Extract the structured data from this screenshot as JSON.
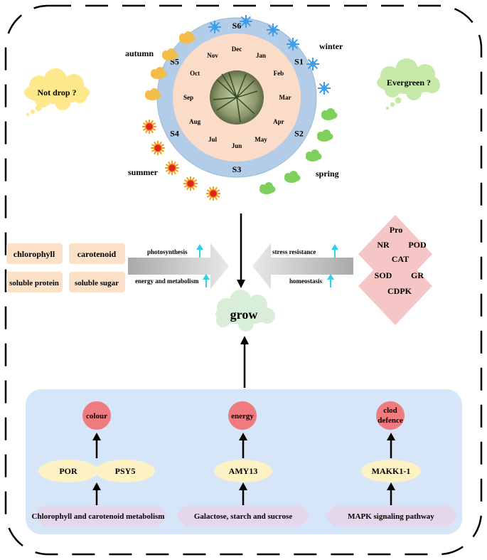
{
  "wheel": {
    "outer_labels": [
      "S6",
      "S1",
      "S2",
      "S3",
      "S4",
      "S5"
    ],
    "months": [
      "Dec",
      "Jan",
      "Feb",
      "Mar",
      "Apr",
      "May",
      "Jun",
      "Jul",
      "Aug",
      "Sep",
      "Oct",
      "Nov"
    ]
  },
  "seasons": {
    "autumn": "autumn",
    "winter": "winter",
    "spring": "spring",
    "summer": "summer"
  },
  "thoughts": {
    "left": "Not drop ?",
    "right": "Evergreen ?"
  },
  "traits": [
    "chlorophyll",
    "carotenoid",
    "soluble protein",
    "soluble sugar"
  ],
  "left_arrow": {
    "label1": "photosynthesis",
    "label2": "energy and metabolism"
  },
  "right_arrow": {
    "label1": "stress resistance",
    "label2": "homeostasis"
  },
  "enzymes": [
    "Pro",
    "NR",
    "POD",
    "CAT",
    "SOD",
    "GR",
    "CDPK"
  ],
  "center": "grow",
  "pathways": [
    {
      "outcome": "colour",
      "outcome_lines": [
        "colour"
      ],
      "genes": [
        "POR",
        "PSY5"
      ],
      "pathway": "Chlorophyll and carotenoid metabolism"
    },
    {
      "outcome": "energy",
      "outcome_lines": [
        "energy"
      ],
      "genes": [
        "AMY13"
      ],
      "pathway": "Galactose, starch and sucrose"
    },
    {
      "outcome": "clod defence",
      "outcome_lines": [
        "clod",
        "defence"
      ],
      "genes": [
        "MAKK1-1"
      ],
      "pathway": "MAPK signaling pathway"
    }
  ],
  "colors": {
    "ring_outer": "#b3cde8",
    "ring_inner": "#fadcc8",
    "trait_box": "#fde0c8",
    "diamond": "#f6c5c5",
    "cloud_yellow": "#fde98c",
    "cloud_green": "#c7e9a8",
    "grow_cloud": "#d8eed8",
    "panel": "#d6e6f8",
    "outcome": "#ef7a80",
    "gene": "#fdf2c4",
    "pathway": "#e6d6ec",
    "up_arrow": "#2ed2e6",
    "gray_arrow": "#bdbdbd"
  }
}
